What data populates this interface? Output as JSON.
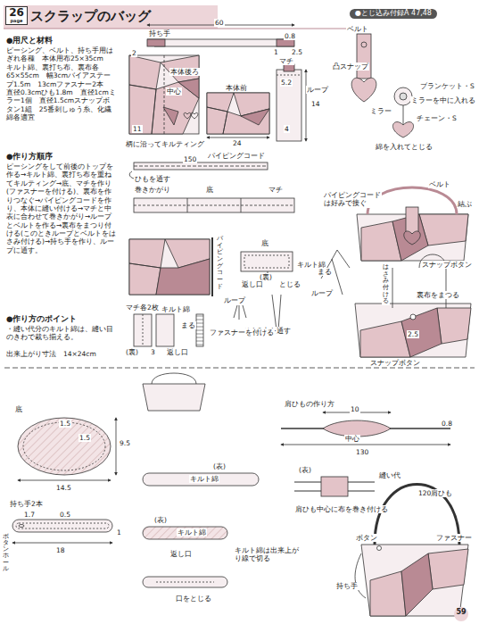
{
  "diagram": {
    "title": "スクラップのバッグ",
    "nodes": [
      {
        "text": [
          "26",
          "page"
        ]
      },
      {
        "text": [
          "●とじ込み付録A 47,48"
        ]
      },
      {
        "text": [
          "59"
        ]
      }
    ],
    "labels": [
      "●用尺と材料",
      "ピーシング、ベルト、持ち手用はぎれ各種　本体用布25×35cm　キルト綿、裏打ち布、裏布各65×55cm　幅3cmバイアステープ1.5m　13cmファスナー2本　直径0.3cmひも1.8m　直径1cmミラー1個　直径1.5cmスナップボタン1組　25番刺しゅう糸、化繊綿各適宜",
      "●作り方順序",
      "ピーシングをして前後のトップを作る→キルト綿、裏打ち布を重ねてキルティング→底、マチを作り(ファスナーを付ける)、裏布を作りつなぐ→パイピングコードを作り、本体に縫い付ける→マチと中表に合わせて巻きかがり→ループとベルトを作る→裏布をまつり付ける(このときループとベルトをはさみ付ける)→持ち手を作り、ループに通す。",
      "●作り方のポイント",
      "・縫い代分のキルト綿は、縫い目のきわで裁ち揃える。",
      "出来上がり寸法　14×24cm",
      "持ち手",
      "60",
      "0.8",
      "2",
      "中心",
      "本体後ろ",
      "11",
      "柄に沿ってキルティング",
      "本体前",
      "マチ",
      "ループ",
      "5.2",
      "14",
      "24",
      "1",
      "2.5",
      "4",
      "パイピングコード",
      "150",
      "ひもを通す",
      "ベルト",
      "凸スナップ",
      "ブランケット・S",
      "ミラーを中に入れる",
      "ミラー",
      "チェーン・S",
      "綿を入れてとじる",
      "巻きかがり",
      "底",
      "マチ",
      "パイピングコードは好みで接ぐ",
      "ベルト",
      "結ぶ",
      "パイピングコード",
      "底",
      "(裏)",
      "キルト綿",
      "返し口",
      "とじる",
      "ループ",
      "ひも3本を通す",
      "まる",
      "ループ",
      "はさみ付ける",
      "スナップボタン",
      "裏布をまつる",
      "スナップボタン",
      "2.5",
      "マチ各2枚",
      "キルト綿",
      "まる",
      "3",
      "返し口",
      "(裏)",
      "ファスナーを付ける",
      "肩ひもの作り方",
      "10",
      "0.8",
      "中心",
      "130",
      "120肩ひも",
      "ボタン",
      "ファスナー",
      "持ち手",
      "底",
      "1.5",
      "1.5",
      "9.5",
      "14.5",
      "持ち手2本",
      "1.7",
      "0.5",
      "18",
      "1",
      "ボタンホール",
      "(表)",
      "キルト綿",
      "(表)",
      "キルト綿",
      "返し口",
      "キルト綿は出来上がり線で切る",
      "口をとじる",
      "(表)",
      "縫い代",
      "肩ひも中心に布を巻き付ける"
    ]
  }
}
